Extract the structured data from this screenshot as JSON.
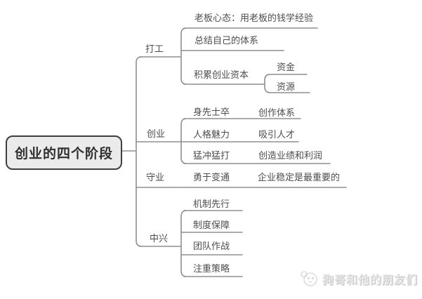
{
  "root": {
    "label": "创业的四个阶段"
  },
  "branches": [
    {
      "label": "打工",
      "children": [
        {
          "label": "老板心态：用老板的钱学经验"
        },
        {
          "label": "总结自己的体系"
        },
        {
          "label": "积累创业资本",
          "children": [
            {
              "label": "资金"
            },
            {
              "label": "资源"
            }
          ]
        }
      ]
    },
    {
      "label": "创业",
      "children": [
        {
          "label": "身先士卒",
          "children": [
            {
              "label": "创作体系"
            }
          ]
        },
        {
          "label": "人格魅力",
          "children": [
            {
              "label": "吸引人才"
            }
          ]
        },
        {
          "label": "猛冲猛打",
          "children": [
            {
              "label": "创造业绩和利润"
            }
          ]
        }
      ]
    },
    {
      "label": "守业",
      "children": [
        {
          "label": "勇于变通",
          "children": [
            {
              "label": "企业稳定是最重要的"
            }
          ]
        }
      ]
    },
    {
      "label": "中兴",
      "children": [
        {
          "label": "机制先行"
        },
        {
          "label": "制度保障"
        },
        {
          "label": "团队作战"
        },
        {
          "label": "注重策略"
        }
      ]
    }
  ],
  "watermark": {
    "text": "狗哥和他的朋友们",
    "icon": "dog-logo-icon"
  },
  "colors": {
    "line": "#8f8f8f",
    "text": "#4d4d4d",
    "root_bg": "#ebebeb",
    "root_border": "#3f3f3f",
    "watermark_text": "#e7e7e7"
  }
}
